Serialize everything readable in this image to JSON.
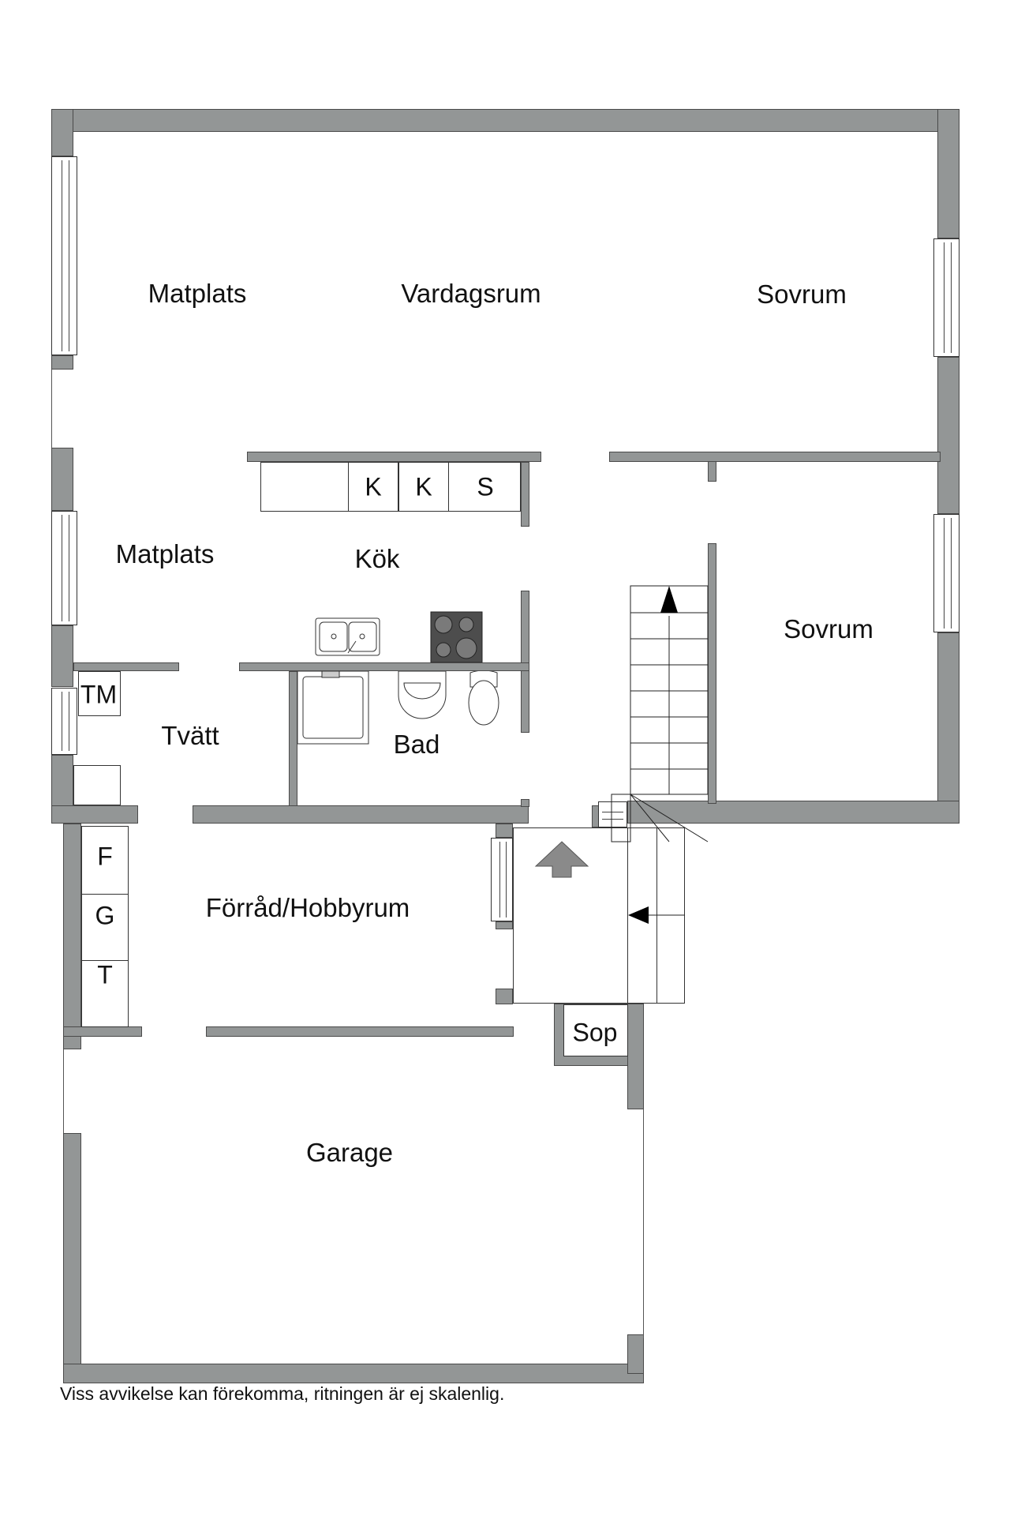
{
  "plan": {
    "rooms": {
      "matplats_top": "Matplats",
      "vardagsrum": "Vardagsrum",
      "sovrum_top": "Sovrum",
      "matplats_mid": "Matplats",
      "kok": "Kök",
      "sovrum_mid": "Sovrum",
      "tvatt": "Tvätt",
      "bad": "Bad",
      "forrad": "Förråd/Hobbyrum",
      "garage": "Garage",
      "sop": "Sop"
    },
    "fixtures": {
      "cabinet_k1": "K",
      "cabinet_k2": "K",
      "cabinet_s": "S",
      "tm": "TM",
      "cabinet_f": "F",
      "cabinet_g": "G",
      "cabinet_t": "T"
    },
    "colors": {
      "wall": "#939696",
      "cooktop": "#4d4d4d",
      "entry_arrow": "#8a8a8a"
    }
  },
  "footnote": "Viss avvikelse kan förekomma, ritningen är ej skalenlig."
}
